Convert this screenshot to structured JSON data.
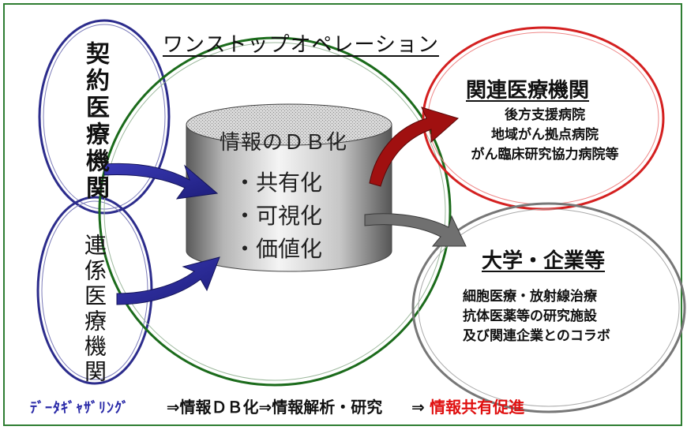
{
  "title": "ワンストップオペレーション",
  "left_top_label": "契約医療機関",
  "left_bottom_label": "連係医療機関",
  "db": {
    "title": "情報のＤＢ化",
    "items": [
      "・共有化",
      "・可視化",
      "・価値化"
    ]
  },
  "related": {
    "heading": "関連医療機関",
    "items": [
      "後方支援病院",
      "地域がん拠点病院",
      "がん臨床研究協力病院等"
    ]
  },
  "university": {
    "heading": "大学・企業等",
    "items": [
      "細胞医療・放射線治療",
      "抗体医薬等の研究施設",
      "及び関連企業とのコラボ"
    ]
  },
  "bottom": {
    "part1": "ﾃﾞｰﾀｷﾞｬｻﾞﾘﾝｸﾞ",
    "part2": "⇒情報ＤＢ化⇒情報解析・研究",
    "part3": "⇒",
    "part4": "情報共有促進"
  },
  "colors": {
    "frame": "#2e7d32",
    "left_ellipse": "#2c2c8c",
    "center_ellipse": "#1b6b1b",
    "red_ellipse": "#d42020",
    "gray_ellipse": "#777777",
    "blue_arrow": "#2a2aa0",
    "red_arrow": "#a01010",
    "gray_arrow": "#707070",
    "highlight": "#e01010"
  }
}
